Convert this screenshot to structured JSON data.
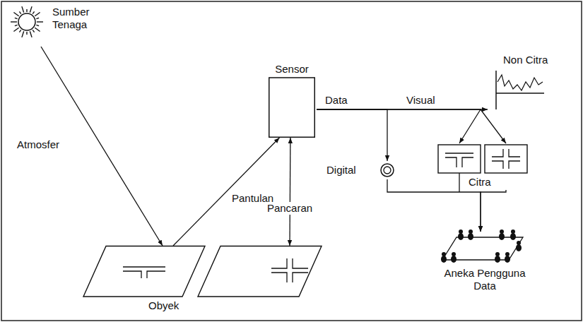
{
  "diagram": {
    "nodes": [
      {
        "text": [
          "Sumber Tenaga"
        ]
      },
      {
        "text": [
          "Sensor"
        ]
      },
      {
        "text": [
          "Non Citra"
        ]
      },
      {
        "text": [
          "Digital"
        ]
      },
      {
        "text": [
          "Citra"
        ]
      },
      {
        "text": [
          "Obyek"
        ]
      },
      {
        "text": [
          "Aneka Pengguna Data"
        ]
      }
    ],
    "edges": [
      {
        "from": 0,
        "to": 5,
        "label": "Atmosfer",
        "arrow": "to"
      },
      {
        "from": 5,
        "to": 1,
        "label": "Pantulan",
        "arrow": "to"
      },
      {
        "from": 5,
        "to": 1,
        "label": "Pancaran",
        "arrow": "both"
      },
      {
        "from": 1,
        "to": 2,
        "arrow": "to"
      },
      {
        "from": 1,
        "to": 3,
        "arrow": "to"
      },
      {
        "from": 1,
        "to": 4,
        "arrow": "to"
      },
      {
        "from": 3,
        "to": 6,
        "arrow": "to"
      },
      {
        "from": 4,
        "to": 6,
        "arrow": "to"
      }
    ],
    "labels": [
      "Data",
      "Visual"
    ]
  }
}
